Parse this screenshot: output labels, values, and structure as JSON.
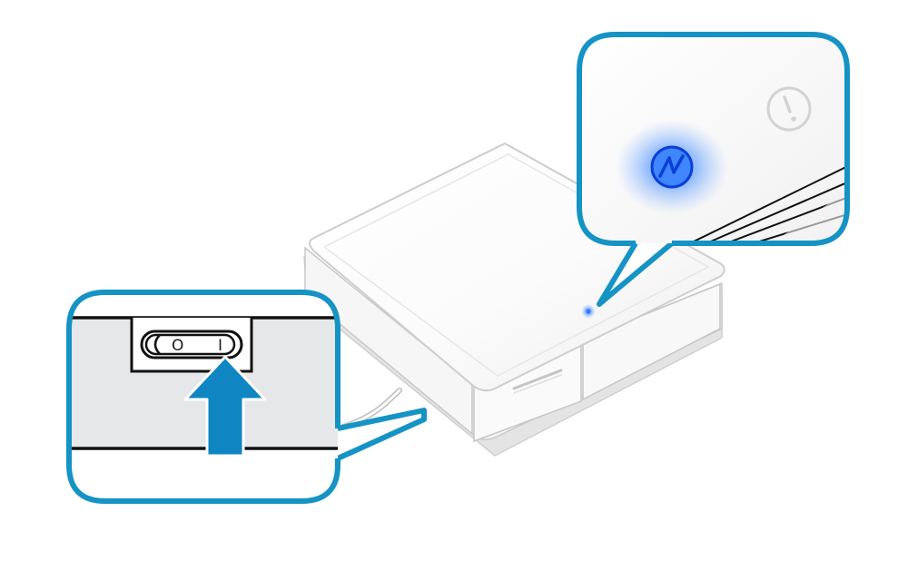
{
  "power_switch": {
    "off_mark": "O",
    "on_mark": "I",
    "state": "on"
  },
  "indicators": {
    "power_led": {
      "icon": "power-zigzag-icon",
      "state": "lit",
      "color": "#1e6cff"
    },
    "error_led": {
      "icon": "exclamation-icon",
      "state": "off",
      "color": "#d0d0d0"
    }
  },
  "colors": {
    "callout_border": "#1593c4",
    "arrow": "#0f86c2",
    "device_body": "#ffffff",
    "zoom_background": "#e6e7e8"
  }
}
